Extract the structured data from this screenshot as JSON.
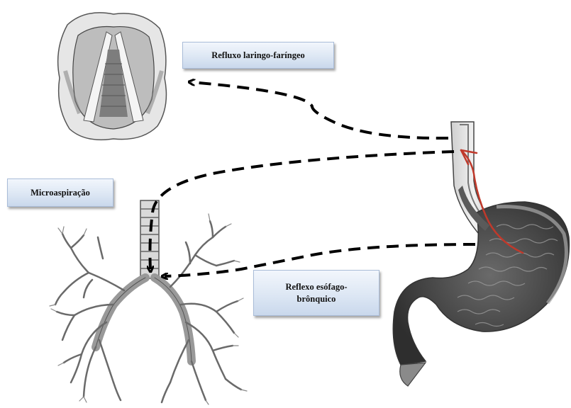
{
  "labels": {
    "refluxo": "Refluxo laringo-faríngeo",
    "microaspiracao": "Microaspiração",
    "reflexo": "Reflexo esófago-\nbrônquico"
  },
  "figures": {
    "larynx": "larynx-illustration",
    "bronchial_tree": "bronchial-tree-illustration",
    "stomach": "esophagus-stomach-illustration"
  },
  "colors": {
    "arrow": "#000000",
    "reflux_path": "#c0392b",
    "label_fill": "#dde7f4",
    "label_border": "#a9bcd8"
  }
}
